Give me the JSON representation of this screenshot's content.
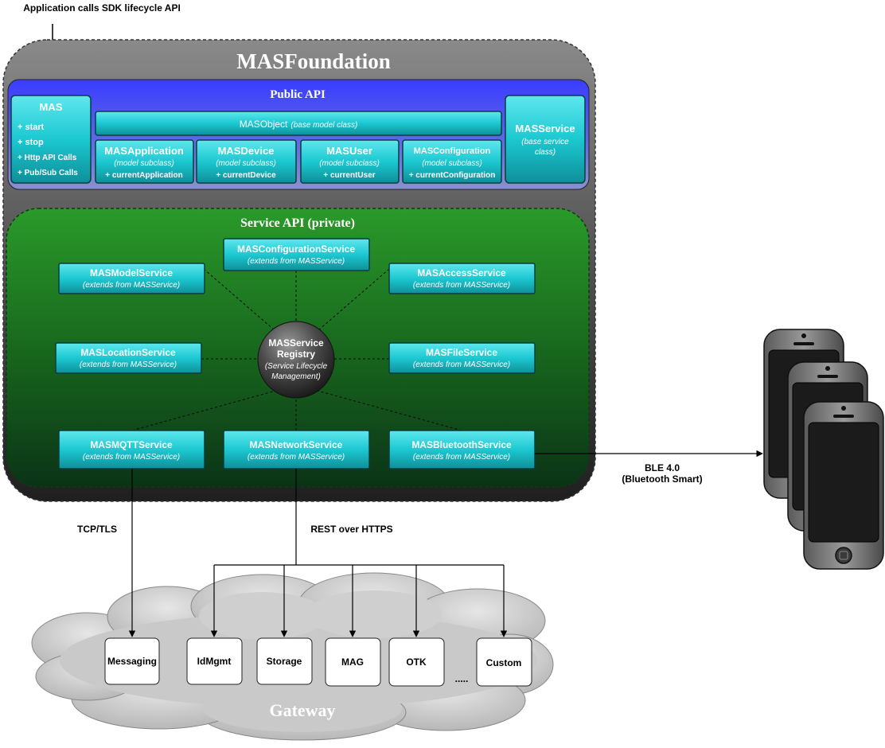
{
  "caption_top": "Application calls SDK lifecycle API",
  "foundation": {
    "title": "MASFoundation"
  },
  "public_api": {
    "title": "Public API",
    "mas": {
      "name": "MAS",
      "items": [
        "+ start",
        "+ stop",
        "+ Http API Calls",
        "+ Pub/Sub Calls"
      ]
    },
    "mas_object": {
      "name": "MASObject",
      "note": "(base model class)"
    },
    "mas_service": {
      "name": "MASService",
      "note_line1": "(base service",
      "note_line2": "class)"
    },
    "subclasses": [
      {
        "name": "MASApplication",
        "note": "(model subclass)",
        "member": "+ currentApplication"
      },
      {
        "name": "MASDevice",
        "note": "(model subclass)",
        "member": "+ currentDevice"
      },
      {
        "name": "MASUser",
        "note": "(model subclass)",
        "member": "+ currentUser"
      },
      {
        "name": "MASConfiguration",
        "note": "(model subclass)",
        "member": "+ currentConfiguration"
      }
    ]
  },
  "service_api": {
    "title": "Service API (private)",
    "registry": {
      "line1": "MASService",
      "line2": "Registry",
      "line3": "(Service Lifecycle",
      "line4": "Management)"
    },
    "services": [
      {
        "name": "MASConfigurationService",
        "note": "(extends from MASService)"
      },
      {
        "name": "MASModelService",
        "note": "(extends from MASService)"
      },
      {
        "name": "MASAccessService",
        "note": "(extends from MASService)"
      },
      {
        "name": "MASLocationService",
        "note": "(extends from MASService)"
      },
      {
        "name": "MASFileService",
        "note": "(extends from MASService)"
      },
      {
        "name": "MASMQTTService",
        "note": "(extends from MASService)"
      },
      {
        "name": "MASNetworkService",
        "note": "(extends from MASService)"
      },
      {
        "name": "MASBluetoothService",
        "note": "(extends from MASService)"
      }
    ]
  },
  "connections": {
    "tcp": "TCP/TLS",
    "rest": "REST over HTTPS",
    "ble_line1": "BLE 4.0",
    "ble_line2": "(Bluetooth Smart)"
  },
  "gateway": {
    "title": "Gateway",
    "components": [
      "Messaging",
      "IdMgmt",
      "Storage",
      "MAG",
      "OTK",
      "Custom"
    ],
    "ellipsis": "....."
  },
  "colors": {
    "foundation_bg": "#5a5a5a",
    "public_api_blue": "#2a2cf0",
    "service_api_green": "#1d7a1d",
    "cyan_box": "#1ec9d2",
    "gateway_cloud": "#c7c7c7"
  }
}
